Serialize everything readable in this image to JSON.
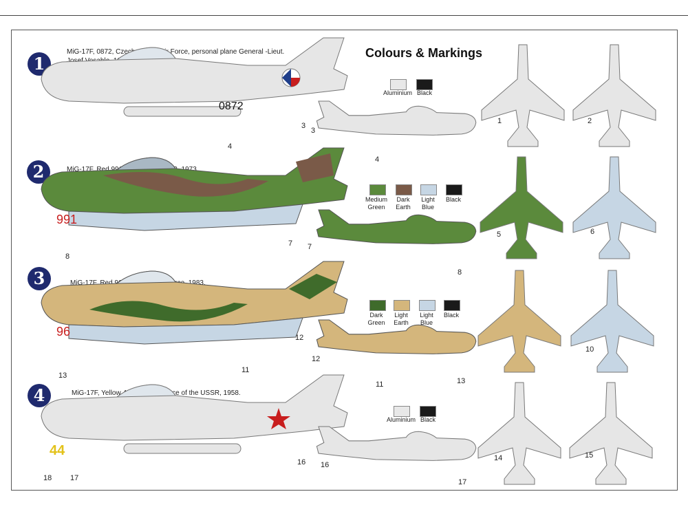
{
  "heading": "Colours & Markings",
  "schemes": [
    {
      "number": "1",
      "caption_line1": "MiG-17F, 0872, Czechoslovak Air Force, personal plane General -Lieut.",
      "caption_line2": "Josef Vosahlo, 1957.",
      "serial": "0872"
    },
    {
      "number": "2",
      "caption_line1": "MiG-17F, Red 991, JG-7, NVA, DDR, 1973.",
      "caption_line2": "",
      "serial": "991"
    },
    {
      "number": "3",
      "caption_line1": "MiG-17F, Red 96, Bulgarian Air Force, 1983.",
      "caption_line2": "",
      "serial": "96"
    },
    {
      "number": "4",
      "caption_line1": "MiG-17F, Yellow 44, Army Air Force of the USSR, 1958.",
      "caption_line2": "",
      "serial": "44"
    }
  ],
  "palettes": [
    {
      "swatches": [
        {
          "label": "Aluminium",
          "color": "#e8e8e8"
        },
        {
          "label": "Black",
          "color": "#1a1a1a"
        }
      ]
    },
    {
      "swatches": [
        {
          "label": "Medium Green",
          "color": "#5b8a3c"
        },
        {
          "label": "Dark Earth",
          "color": "#7a5a48"
        },
        {
          "label": "Light Blue",
          "color": "#c6d6e4"
        },
        {
          "label": "Black",
          "color": "#1a1a1a"
        }
      ]
    },
    {
      "swatches": [
        {
          "label": "Dark Green",
          "color": "#3f6b2b"
        },
        {
          "label": "Light Earth",
          "color": "#d4b67c"
        },
        {
          "label": "Light Blue",
          "color": "#c6d6e4"
        },
        {
          "label": "Black",
          "color": "#1a1a1a"
        }
      ]
    },
    {
      "swatches": [
        {
          "label": "Aluminium",
          "color": "#e8e8e8"
        },
        {
          "label": "Black",
          "color": "#1a1a1a"
        }
      ]
    }
  ],
  "callouts": [
    "1",
    "2",
    "3",
    "3",
    "4",
    "4",
    "5",
    "6",
    "7",
    "7",
    "8",
    "8",
    "10",
    "11",
    "11",
    "12",
    "12",
    "13",
    "13",
    "14",
    "15",
    "16",
    "16",
    "17",
    "17",
    "18"
  ],
  "colors": {
    "badge": "#1f2a6e",
    "aluminium": "#e6e6e6",
    "medium_green": "#5b8a3c",
    "dark_earth": "#7a5a48",
    "light_blue": "#c6d6e4",
    "dark_green": "#3f6b2b",
    "light_earth": "#d4b67c",
    "red": "#c81e1e",
    "yellow": "#e3c21a"
  }
}
